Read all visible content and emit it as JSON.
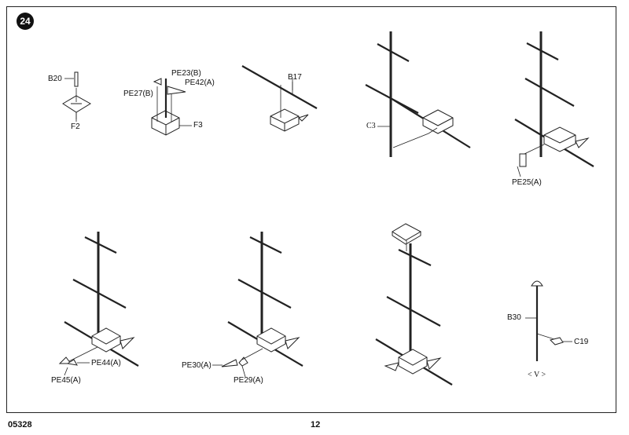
{
  "step": "24",
  "footer": {
    "catalog_number": "05328",
    "page_number": "12"
  },
  "callouts": {
    "b20": "B20",
    "f2": "F2",
    "pe23b": "PE23(B)",
    "pe42a": "PE42(A)",
    "pe27b": "PE27(B)",
    "f3": "F3",
    "b17": "B17",
    "c3": "C3",
    "pe25a": "PE25(A)",
    "pe44a": "PE44(A)",
    "pe45a": "PE45(A)",
    "pe30a": "PE30(A)",
    "pe29a": "PE29(A)",
    "b30": "B30",
    "c19": "C19",
    "view_v": "< V >"
  }
}
